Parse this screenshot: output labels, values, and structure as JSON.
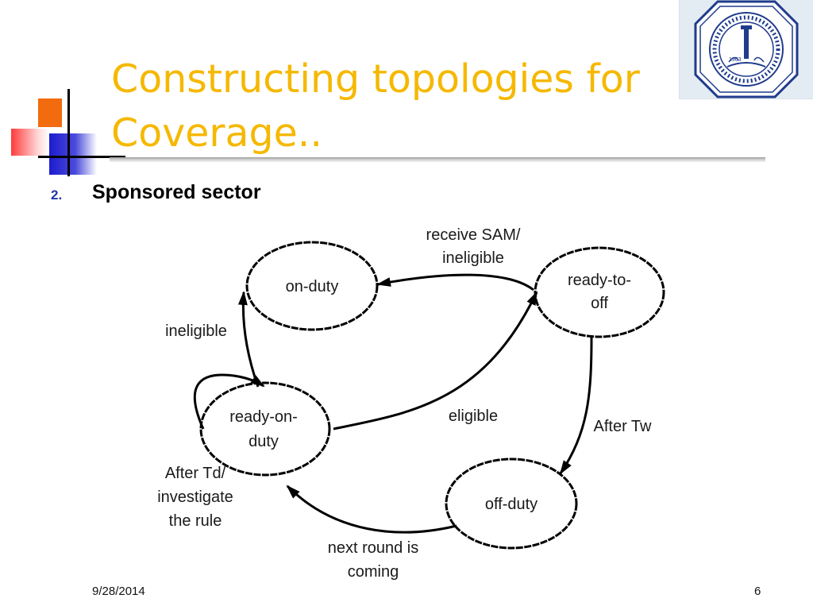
{
  "slide": {
    "title_line1": "Constructing topologies for",
    "title_line2": "Coverage..",
    "bullet_number": "2.",
    "bullet_text": "Sponsored sector",
    "date": "9/28/2014",
    "page_number": "6"
  },
  "logo": {
    "icon": "university-seal-icon",
    "color": "#1f3b8c",
    "year_text": "1963"
  },
  "colors": {
    "title": "#f5b800",
    "bullet_number": "#2233aa",
    "accent_orange": "#f26b0f",
    "accent_red": "#ff3a3a",
    "accent_blue": "#1c1ccf"
  },
  "diagram": {
    "states": {
      "on_duty": "on-duty",
      "ready_to_off_1": "ready-to-",
      "ready_to_off_2": "off",
      "ready_on_duty_1": "ready-on-",
      "ready_on_duty_2": "duty",
      "off_duty": "off-duty"
    },
    "transitions": {
      "sam_1": "receive SAM/",
      "sam_2": "ineligible",
      "ineligible": "ineligible",
      "eligible": "eligible",
      "after_tw": "After Tw",
      "after_td_1": "After Td/",
      "after_td_2": "investigate",
      "after_td_3": "the rule",
      "next_round_1": "next round is",
      "next_round_2": "coming"
    }
  }
}
